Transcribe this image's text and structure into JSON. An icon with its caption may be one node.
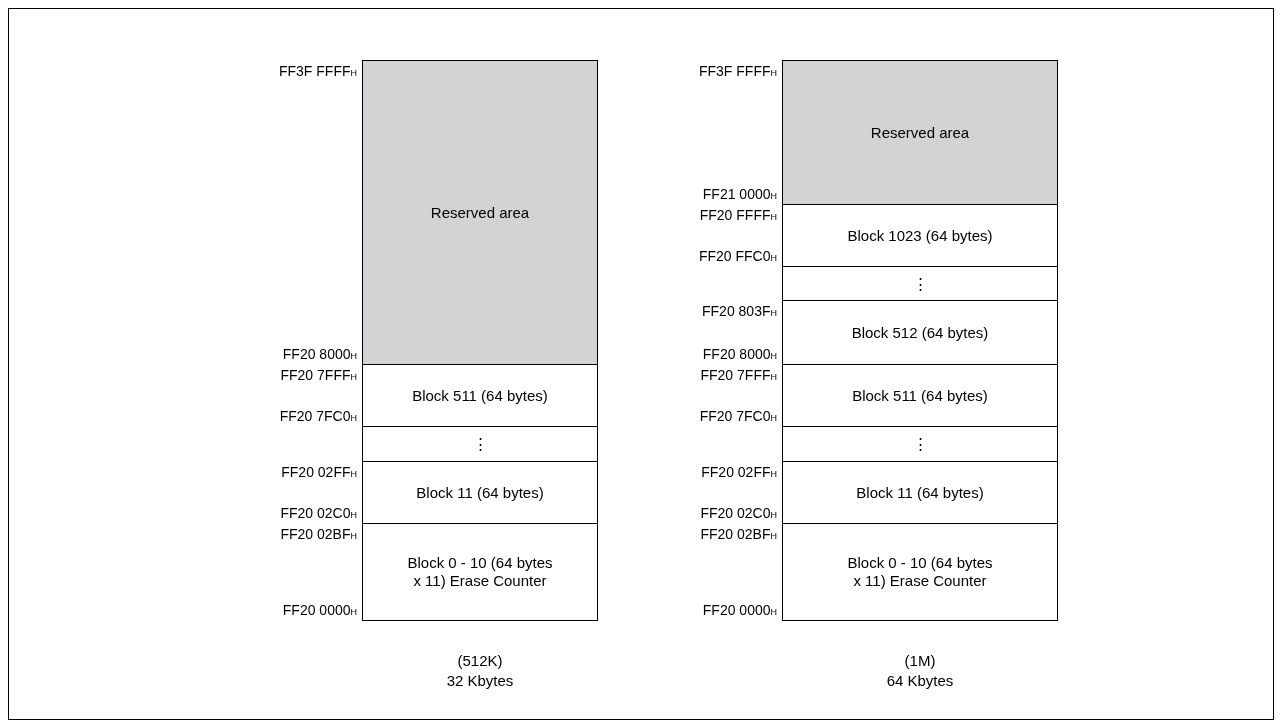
{
  "diagram": {
    "nodes": [
      {
        "text": [
          "Reserved area"
        ],
        "beside": [
          "FF3F FFFF$_{H}$",
          "FF20 8000$_{H}$"
        ]
      },
      {
        "text": [
          "Block 511 (64 bytes)"
        ],
        "beside": [
          "FF20 7FFF$_{H}$",
          "FF20 7FC0$_{H}$"
        ]
      },
      {
        "text": [
          "⋮"
        ]
      },
      {
        "text": [
          "Block 11 (64 bytes)"
        ],
        "beside": [
          "FF20 02FF$_{H}$",
          "FF20 02C0$_{H}$"
        ]
      },
      {
        "text": [
          "Block 0 - 10 (64 bytes x 11) Erase Counter"
        ],
        "beside": [
          "FF20 02BF$_{H}$",
          "FF20 0000$_{H}$"
        ]
      },
      {
        "text": [
          "Reserved area"
        ],
        "beside": [
          "FF3F FFFF$_{H}$",
          "FF21 0000$_{H}$"
        ]
      },
      {
        "text": [
          "Block 1023 (64 bytes)"
        ],
        "beside": [
          "FF20 FFFF$_{H}$",
          "FF20 FFC0$_{H}$"
        ]
      },
      {
        "text": [
          "⋮"
        ]
      },
      {
        "text": [
          "Block 512 (64 bytes)"
        ],
        "beside": [
          "FF20 803F$_{H}$",
          "FF20 8000$_{H}$"
        ]
      },
      {
        "text": [
          "Block 511 (64 bytes)"
        ],
        "beside": [
          "FF20 7FFF$_{H}$",
          "FF20 7FC0$_{H}$"
        ]
      },
      {
        "text": [
          "⋮"
        ]
      },
      {
        "text": [
          "Block 11 (64 bytes)"
        ],
        "beside": [
          "FF20 02FF$_{H}$",
          "FF20 02C0$_{H}$"
        ]
      },
      {
        "text": [
          "Block 0 - 10 (64 bytes x 11) Erase Counter"
        ],
        "beside": [
          "FF20 02BF$_{H}$",
          "FF20 0000$_{H}$"
        ]
      }
    ],
    "labels": [
      "(512K)",
      "32 Kbytes",
      "(1M)",
      "64 Kbytes"
    ]
  }
}
